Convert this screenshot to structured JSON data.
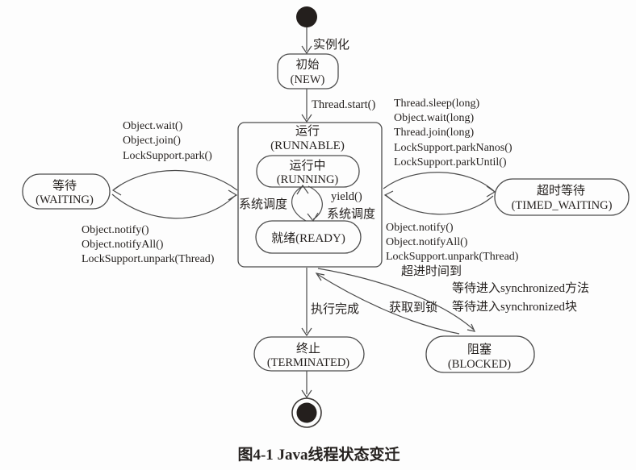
{
  "diagram": {
    "caption": "图4-1  Java线程状态变迁",
    "colors": {
      "ink": "#262220",
      "line": "#4c4c4c",
      "background": "#fdfdfd"
    },
    "nodes": {
      "new": {
        "zh": "初始",
        "en": "(NEW)"
      },
      "runnable": {
        "zh": "运行",
        "en": "(RUNNABLE)"
      },
      "running": {
        "zh": "运行中",
        "en": "(RUNNING)"
      },
      "ready": {
        "zh": "就绪(READY)",
        "en": ""
      },
      "waiting": {
        "zh": "等待",
        "en": "(WAITING)"
      },
      "timed_waiting": {
        "zh": "超时等待",
        "en": "(TIMED_WAITING)"
      },
      "terminated": {
        "zh": "终止",
        "en": "(TERMINATED)"
      },
      "blocked": {
        "zh": "阻塞",
        "en": "(BLOCKED)"
      }
    },
    "labels": {
      "instantiate": "实例化",
      "thread_start": "Thread.start()",
      "sched_left": "系统调度",
      "yield": "yield()",
      "sched_right": "系统调度",
      "exec_done": "执行完成",
      "acquire_lock": "获取到锁",
      "timeout_elapsed": "超进时间到",
      "wait_sync_method": "等待进入synchronized方法",
      "wait_sync_block": "等待进入synchronized块"
    },
    "wait_ops": [
      "Object.wait()",
      "Object.join()",
      "LockSupport.park()"
    ],
    "notify_ops": [
      "Object.notify()",
      "Object.notifyAll()",
      "LockSupport.unpark(Thread)"
    ],
    "timed_ops": [
      "Thread.sleep(long)",
      "Object.wait(long)",
      "Thread.join(long)",
      "LockSupport.parkNanos()",
      "LockSupport.parkUntil()"
    ],
    "timed_return_ops": [
      "Object.notify()",
      "Object.notifyAll()",
      "LockSupport.unpark(Thread)"
    ]
  }
}
